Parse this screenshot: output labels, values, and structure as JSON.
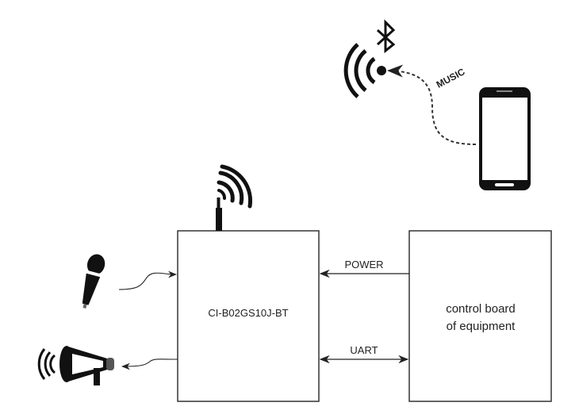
{
  "module": {
    "label": "CI-B02GS10J-BT"
  },
  "control_board": {
    "line1": "control board",
    "line2": "of equipment"
  },
  "links": {
    "power": "POWER",
    "uart": "UART",
    "music": "MUSIC"
  },
  "icons": [
    "bluetooth-icon",
    "wireless-signal-icon",
    "smartphone-icon",
    "antenna-icon",
    "microphone-icon",
    "megaphone-icon"
  ]
}
